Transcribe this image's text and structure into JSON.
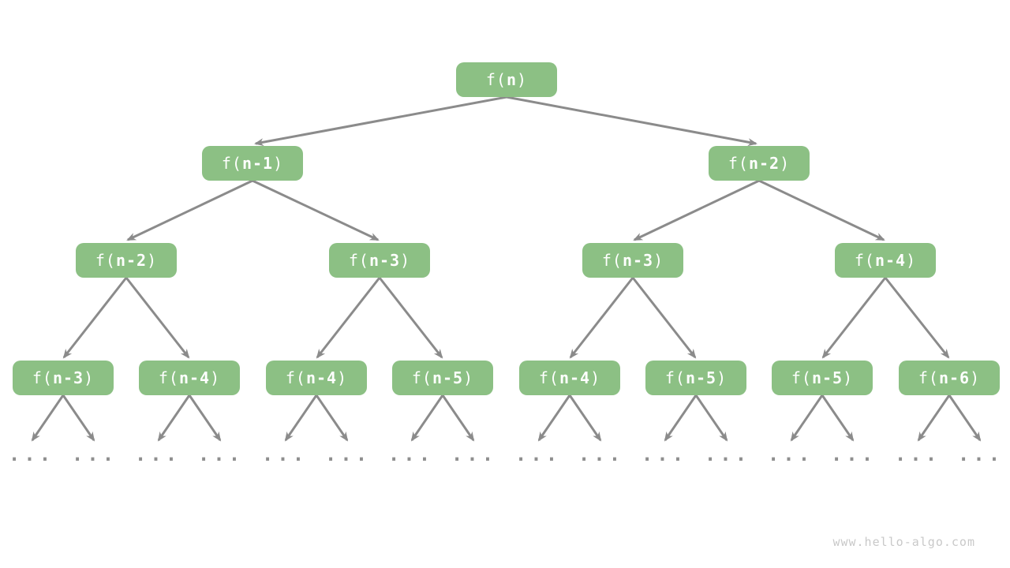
{
  "colors": {
    "background": "#ffffff",
    "node_fill": "#8cc084",
    "node_text": "#ffffff",
    "arrow": "#8b8b8b",
    "leaf_dots": "#8f8f8f",
    "watermark": "#c9c9c9"
  },
  "tree": {
    "ellipsis": "...",
    "nodes": [
      {
        "prefix": "f(",
        "arg": "n",
        "suffix": ")"
      },
      {
        "prefix": "f(",
        "arg": "n-1",
        "suffix": ")"
      },
      {
        "prefix": "f(",
        "arg": "n-2",
        "suffix": ")"
      },
      {
        "prefix": "f(",
        "arg": "n-2",
        "suffix": ")"
      },
      {
        "prefix": "f(",
        "arg": "n-3",
        "suffix": ")"
      },
      {
        "prefix": "f(",
        "arg": "n-3",
        "suffix": ")"
      },
      {
        "prefix": "f(",
        "arg": "n-4",
        "suffix": ")"
      },
      {
        "prefix": "f(",
        "arg": "n-3",
        "suffix": ")"
      },
      {
        "prefix": "f(",
        "arg": "n-4",
        "suffix": ")"
      },
      {
        "prefix": "f(",
        "arg": "n-4",
        "suffix": ")"
      },
      {
        "prefix": "f(",
        "arg": "n-5",
        "suffix": ")"
      },
      {
        "prefix": "f(",
        "arg": "n-4",
        "suffix": ")"
      },
      {
        "prefix": "f(",
        "arg": "n-5",
        "suffix": ")"
      },
      {
        "prefix": "f(",
        "arg": "n-5",
        "suffix": ")"
      },
      {
        "prefix": "f(",
        "arg": "n-6",
        "suffix": ")"
      }
    ]
  },
  "watermark": {
    "text": "www.hello-algo.com"
  }
}
